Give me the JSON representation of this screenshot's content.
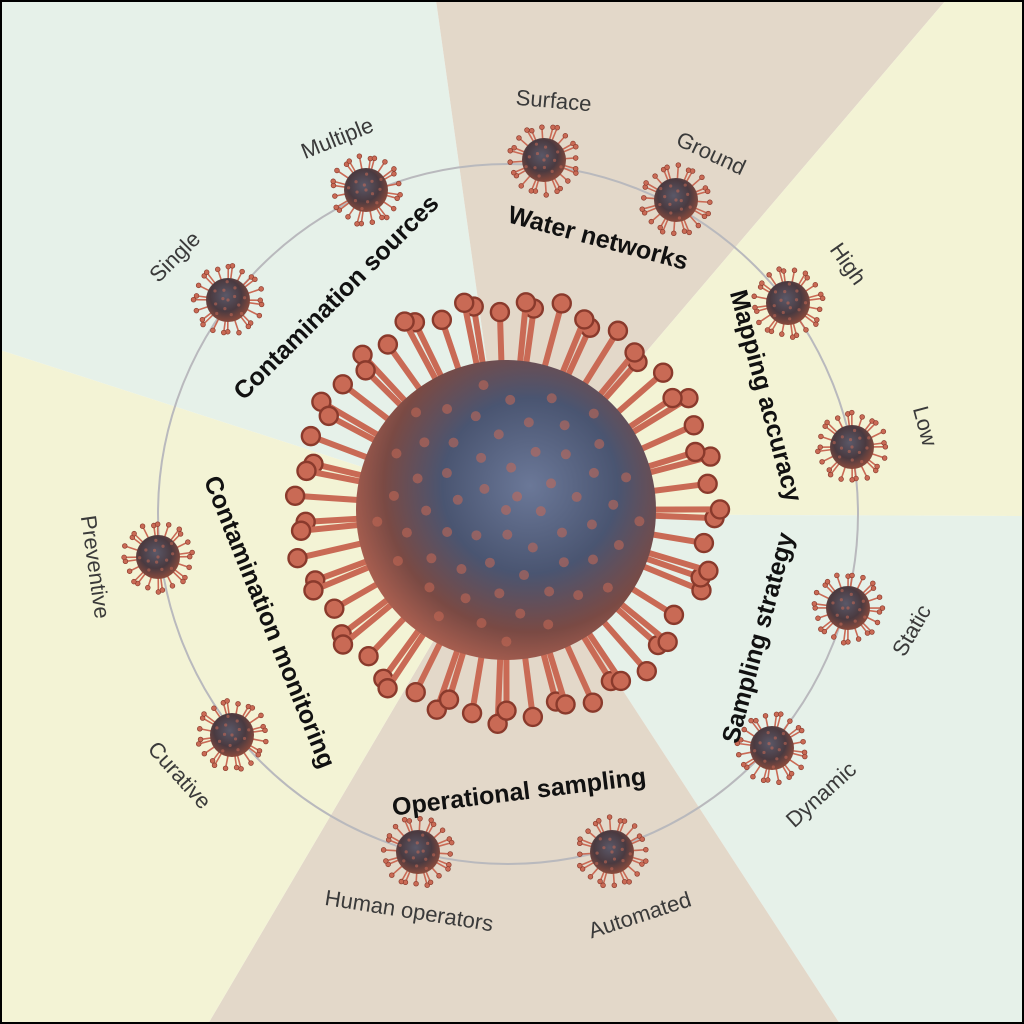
{
  "colors": {
    "mint": "#e6f1e9",
    "taupe": "#e3d8c9",
    "cream": "#f3f3d5",
    "ring": "#b9b9bd",
    "virus_core": "#3d4a64",
    "virus_spike": "#c96a55",
    "frame": "#000000"
  },
  "categories": [
    {
      "id": "contamination-sources",
      "label": "Contamination sources",
      "children": [
        "Single",
        "Multiple"
      ]
    },
    {
      "id": "water-networks",
      "label": "Water networks",
      "children": [
        "Surface",
        "Ground"
      ]
    },
    {
      "id": "mapping-accuracy",
      "label": "Mapping accuracy",
      "children": [
        "High",
        "Low"
      ]
    },
    {
      "id": "sampling-strategy",
      "label": "Sampling strategy",
      "children": [
        "Static",
        "Dynamic"
      ]
    },
    {
      "id": "operational-sampling",
      "label": "Operational sampling",
      "children": [
        "Automated",
        "Human operators"
      ]
    },
    {
      "id": "contamination-monitoring",
      "label": "Contamination monitoring",
      "children": [
        "Curative",
        "Preventive"
      ]
    }
  ],
  "icons": {
    "center": "virus-icon",
    "node": "virus-node-icon"
  }
}
